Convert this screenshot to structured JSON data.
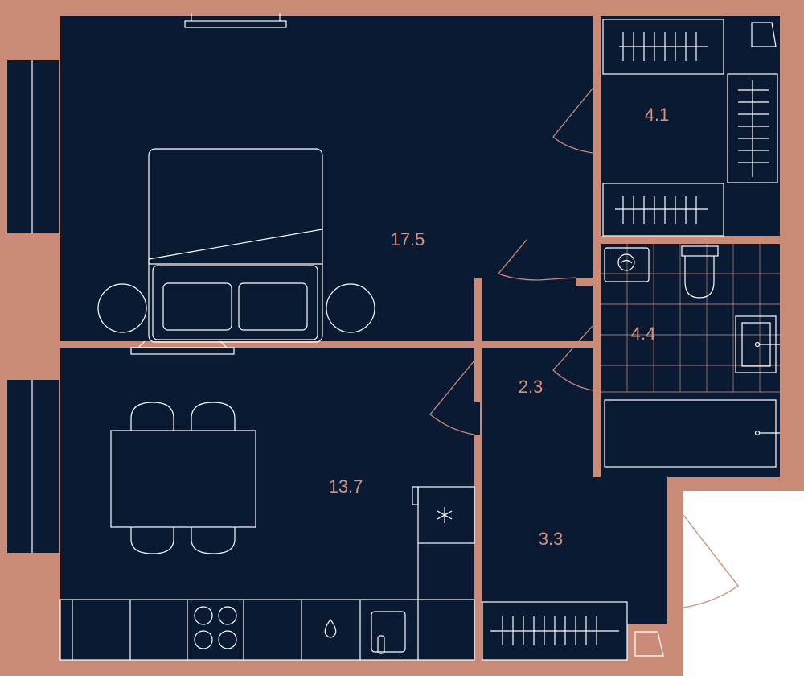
{
  "colors": {
    "wall": "#c98a78",
    "floor": "#0b1a33",
    "furniture_stroke": "#ffffff",
    "area_text": "#d4937f",
    "background": "#ffffff"
  },
  "rooms": [
    {
      "id": "bedroom",
      "area": "17.5"
    },
    {
      "id": "kitchen-living",
      "area": "13.7"
    },
    {
      "id": "wardrobe",
      "area": "4.1"
    },
    {
      "id": "bathroom",
      "area": "4.4"
    },
    {
      "id": "hall",
      "area": "2.3"
    },
    {
      "id": "entrance-hall",
      "area": "3.3"
    }
  ],
  "icons": {
    "fridge": "snowflake-icon",
    "sink": "drop-icon",
    "hob": "stove-burners-icon"
  }
}
